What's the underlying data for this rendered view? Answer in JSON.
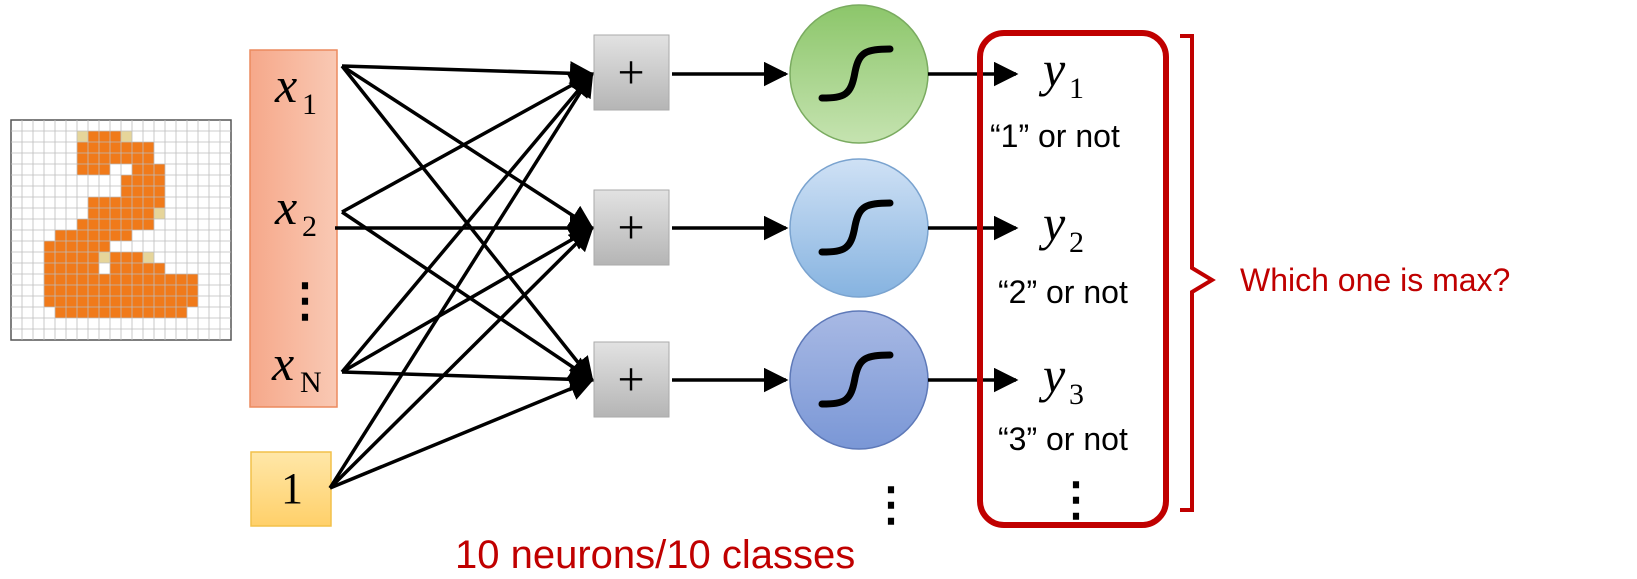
{
  "inputs": {
    "x1_var": "x",
    "x1_sub": "1",
    "x2_var": "x",
    "x2_sub": "2",
    "xN_var": "x",
    "xN_sub": "N",
    "ellipsis": "⋮",
    "bias": "1"
  },
  "summation_symbol": "+",
  "outputs": [
    {
      "var": "y",
      "sub": "1",
      "label": "“1” or not"
    },
    {
      "var": "y",
      "sub": "2",
      "label": "“2” or not"
    },
    {
      "var": "y",
      "sub": "3",
      "label": "“3” or not"
    }
  ],
  "output_ellipsis": "⋮",
  "neuron_ellipsis": "⋮",
  "caption": "10 neurons/10 classes",
  "question": "Which one is max?",
  "digit_image": {
    "grid": "20x20",
    "depicts": "2"
  },
  "colors": {
    "input_box": "#f4b6a0",
    "input_box_border": "#e8865c",
    "bias_box": "#ffd98a",
    "bias_box_border": "#f0c040",
    "sum_box": "#c4c4c4",
    "neuron_green": "#a7d38a",
    "neuron_light_blue": "#9ec3e8",
    "neuron_blue": "#8ea8dd",
    "highlight_red": "#c00000",
    "digit_orange": "#f07a1a",
    "digit_tan": "#e6d59a"
  }
}
